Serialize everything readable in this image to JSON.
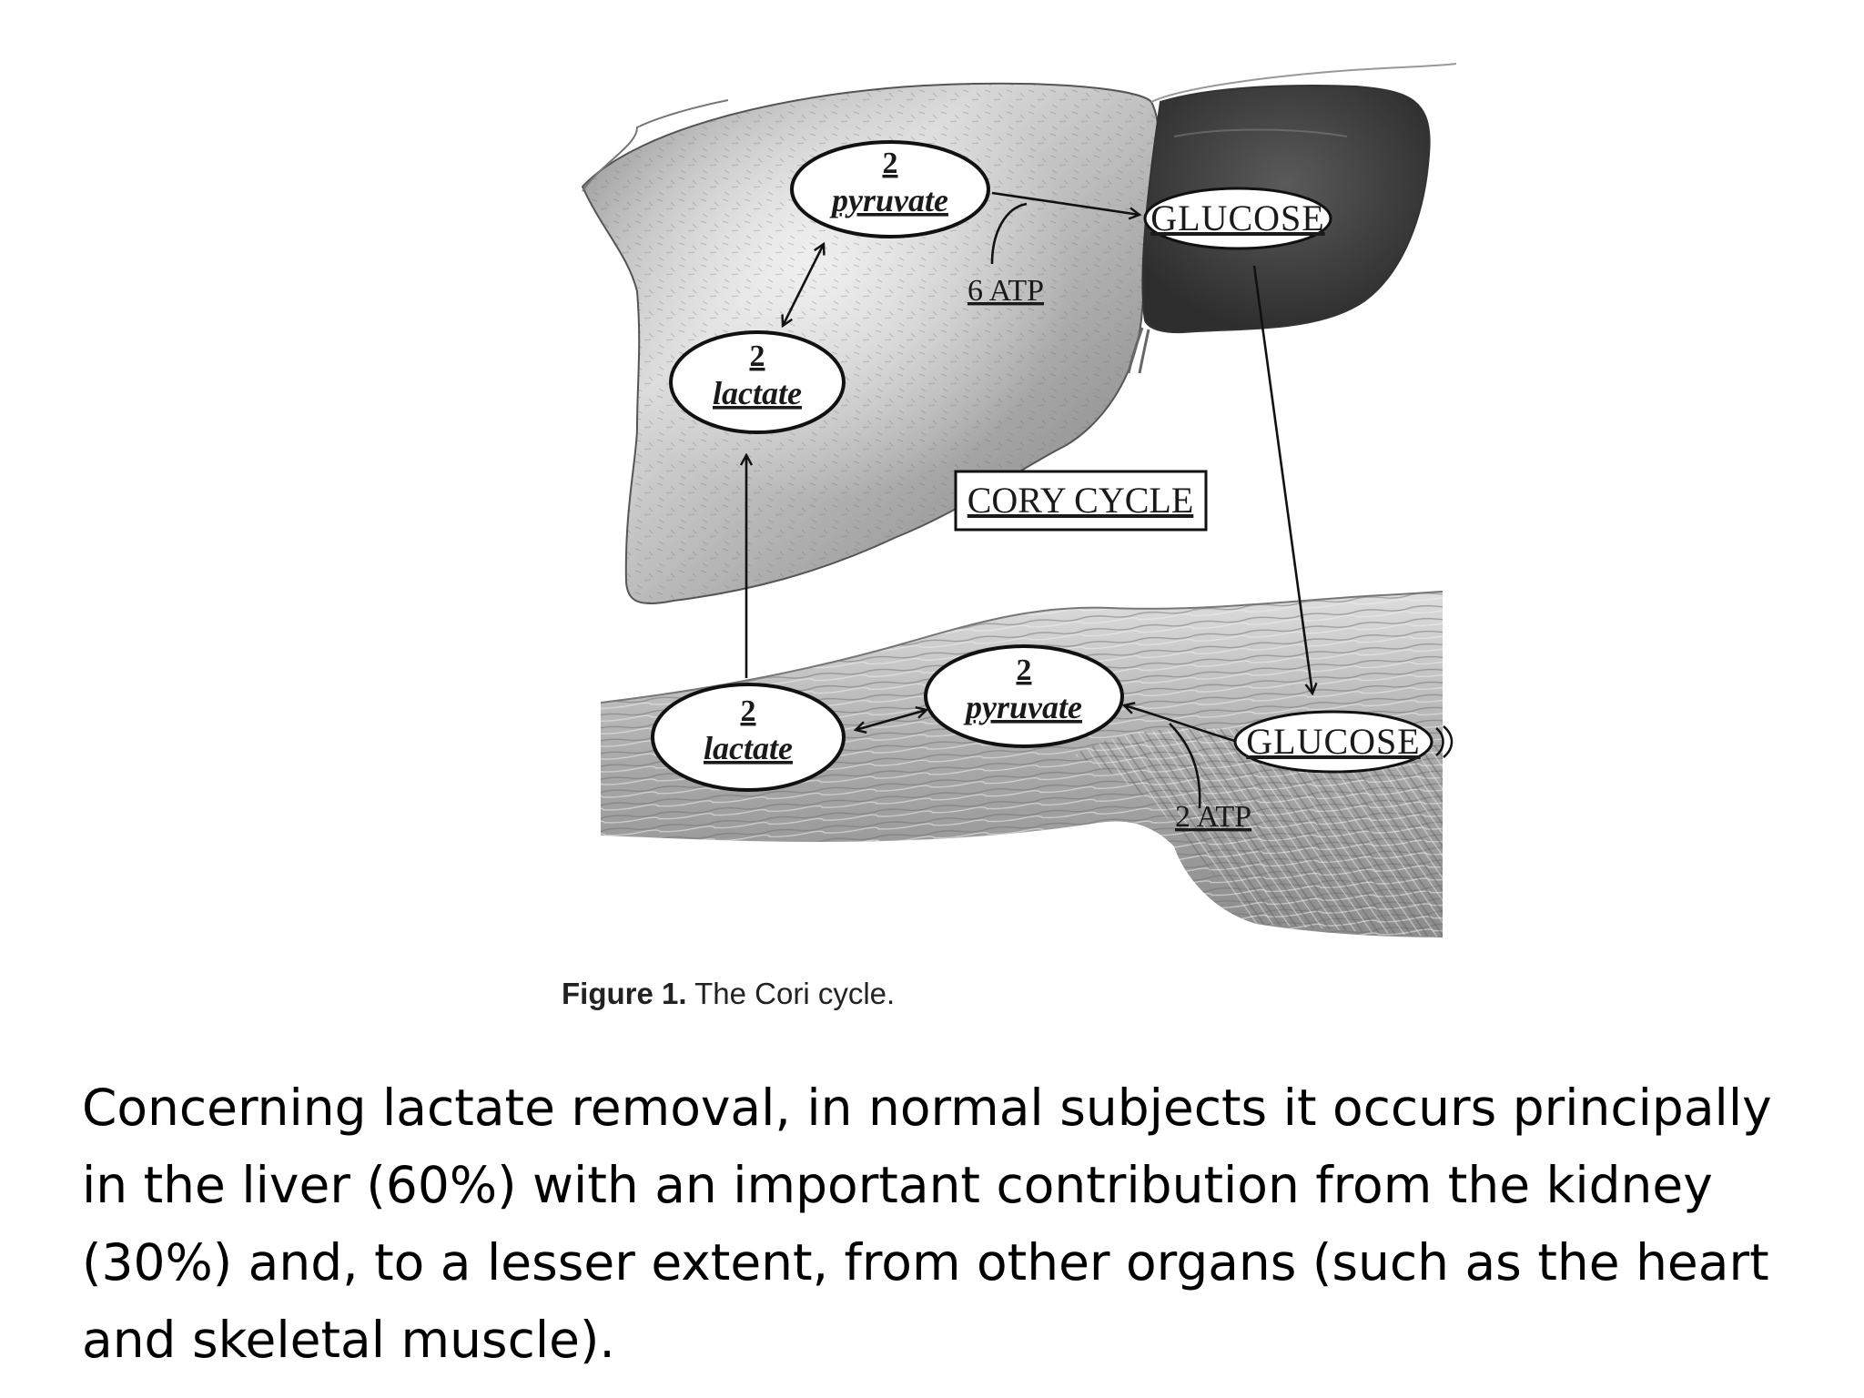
{
  "figure": {
    "liver": {
      "pyruvate_count": "2",
      "pyruvate_label": "pyruvate",
      "lactate_count": "2",
      "lactate_label": "lactate",
      "glucose_label": "GLUCOSE",
      "atp_label": "6 ATP"
    },
    "muscle": {
      "pyruvate_count": "2",
      "pyruvate_label": "pyruvate",
      "lactate_count": "2",
      "lactate_label": "lactate",
      "glucose_label": "GLUCOSE",
      "atp_label": "2 ATP"
    },
    "cycle_label": "CORY CYCLE",
    "caption_prefix": "Figure 1.",
    "caption_text": "The Cori cycle."
  },
  "body_text": "Concerning lactate removal, in normal subjects it occurs principally in the liver (60%) with an important contribution from the kidney (30%) and, to a lesser extent, from other organs (such as the heart and skeletal muscle)."
}
